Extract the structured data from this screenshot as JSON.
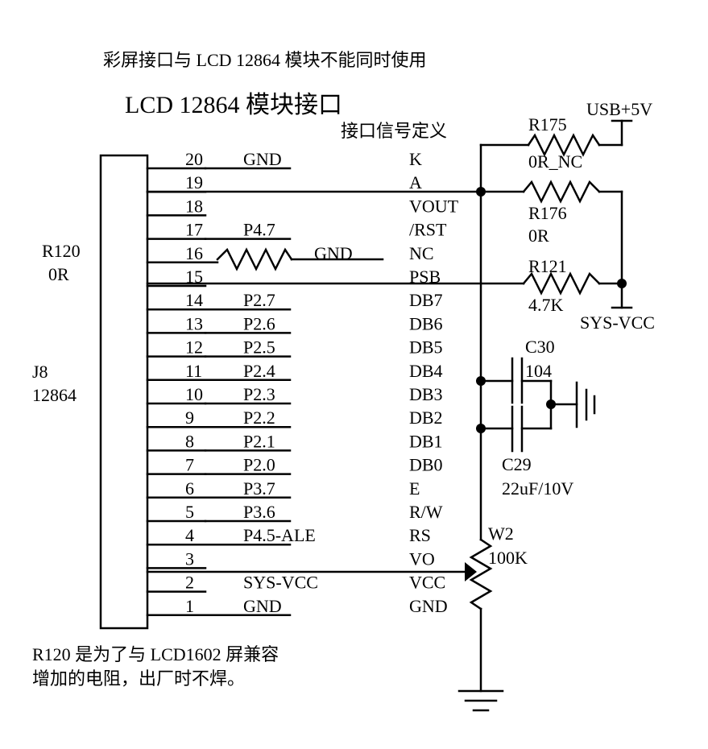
{
  "header_note": "彩屏接口与 LCD 12864 模块不能同时使用",
  "title": "LCD 12864 模块接口",
  "signal_def_title": "接口信号定义",
  "connector": {
    "ref": "J8",
    "value": "12864"
  },
  "pins": [
    {
      "num": "20",
      "net": "GND",
      "signal": "K"
    },
    {
      "num": "19",
      "net": "",
      "signal": "A"
    },
    {
      "num": "18",
      "net": "",
      "signal": "VOUT"
    },
    {
      "num": "17",
      "net": "P4.7",
      "signal": "/RST"
    },
    {
      "num": "16",
      "net": "GND",
      "signal": "NC"
    },
    {
      "num": "15",
      "net": "",
      "signal": "PSB"
    },
    {
      "num": "14",
      "net": "P2.7",
      "signal": "DB7"
    },
    {
      "num": "13",
      "net": "P2.6",
      "signal": "DB6"
    },
    {
      "num": "12",
      "net": "P2.5",
      "signal": "DB5"
    },
    {
      "num": "11",
      "net": "P2.4",
      "signal": "DB4"
    },
    {
      "num": "10",
      "net": "P2.3",
      "signal": "DB3"
    },
    {
      "num": "9",
      "net": "P2.2",
      "signal": "DB2"
    },
    {
      "num": "8",
      "net": "P2.1",
      "signal": "DB1"
    },
    {
      "num": "7",
      "net": "P2.0",
      "signal": "DB0"
    },
    {
      "num": "6",
      "net": "P3.7",
      "signal": "E"
    },
    {
      "num": "5",
      "net": "P3.6",
      "signal": "R/W"
    },
    {
      "num": "4",
      "net": "P4.5-ALE",
      "signal": "RS"
    },
    {
      "num": "3",
      "net": "",
      "signal": "VO"
    },
    {
      "num": "2",
      "net": "SYS-VCC",
      "signal": "VCC"
    },
    {
      "num": "1",
      "net": "GND",
      "signal": "GND"
    }
  ],
  "r120": {
    "ref": "R120",
    "value": "0R"
  },
  "r175": {
    "ref": "R175",
    "value": "0R_NC"
  },
  "r176": {
    "ref": "R176",
    "value": "0R"
  },
  "r121": {
    "ref": "R121",
    "value": "4.7K"
  },
  "c30": {
    "ref": "C30",
    "value": "104"
  },
  "c29": {
    "ref": "C29",
    "value": "22uF/10V"
  },
  "w2": {
    "ref": "W2",
    "value": "100K"
  },
  "power": {
    "usb": "USB+5V",
    "sys": "SYS-VCC"
  },
  "footer_note": [
    "R120 是为了与 LCD1602 屏兼容",
    "增加的电阻，出厂时不焊。"
  ]
}
